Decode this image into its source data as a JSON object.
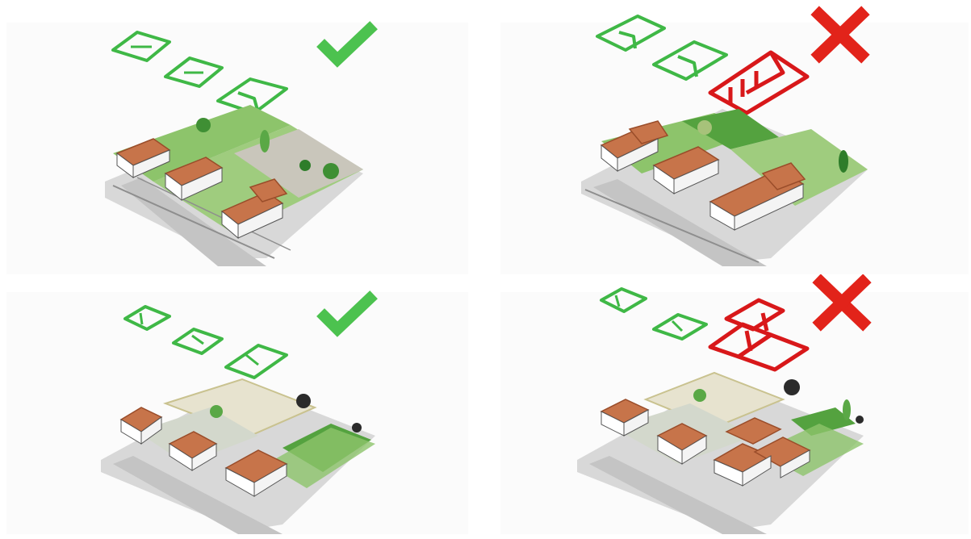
{
  "colors": {
    "good": "#4cc24f",
    "bad": "#e2231a",
    "outline_good": "#3fb846",
    "outline_bad": "#d8181a",
    "road": "#c9c9c9",
    "road_edge": "#8e8e8e",
    "grass": "#8dc46b",
    "grass_dark": "#54a23f",
    "pavement": "#d6d3c8",
    "roof": "#c7744a",
    "roof_dark": "#9a4d2a",
    "wall": "#ffffff",
    "tree": "#3f8f34",
    "tree_dark": "#2b2b2b"
  },
  "panels": [
    {
      "verdict": "good",
      "mark_icon": "checkmark-icon",
      "roof_outlines": "simple"
    },
    {
      "verdict": "bad",
      "mark_icon": "cross-icon",
      "roof_outlines": "complex"
    },
    {
      "verdict": "good",
      "mark_icon": "checkmark-icon",
      "roof_outlines": "simple"
    },
    {
      "verdict": "bad",
      "mark_icon": "cross-icon",
      "roof_outlines": "complex"
    }
  ]
}
